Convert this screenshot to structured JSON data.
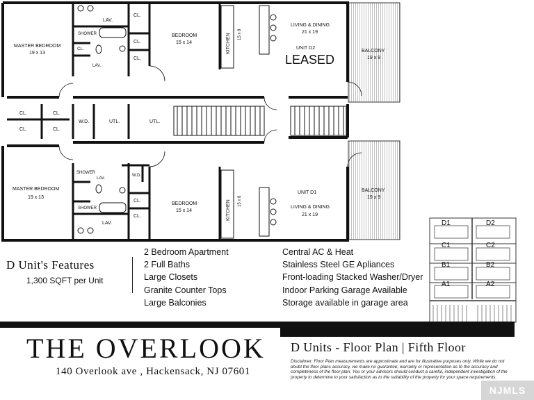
{
  "plan": {
    "unit_d2": {
      "label": "UNIT D2",
      "status": "LEASED"
    },
    "unit_d1": {
      "label": "UNIT D1"
    },
    "rooms": {
      "master_bedroom": "MASTER BEDROOM",
      "master_bedroom_dim": "19 x 13",
      "bedroom": "BEDROOM",
      "bedroom_dim": "15 x 14",
      "living_dining": "LIVING & DINING",
      "living_dining_dim": "21 x 19",
      "balcony": "BALCONY",
      "balcony_dim": "19 x 9",
      "kitchen": "KITCHEN",
      "kitchen_dim": "15 x 8",
      "lav": "LAV.",
      "shower": "SHOWER",
      "closet": "CL.",
      "wd": "W.D.",
      "utl": "UTL."
    }
  },
  "features": {
    "title": "D Unit's Features",
    "subtitle": "1,300 SQFT per Unit",
    "col1": [
      "2 Bedroom Apartment",
      "2 Full Baths",
      "Large Closets",
      "Granite Counter Tops",
      "Large Balconies"
    ],
    "col2": [
      "Central AC & Heat",
      "Stainless Steel GE Apliances",
      "Front-loading Stacked Washer/Dryer",
      "Indoor Parking Garage Available",
      "Storage available in garage area"
    ]
  },
  "stack": {
    "left": [
      "D1",
      "C1",
      "B1",
      "A1"
    ],
    "right": [
      "D2",
      "C2",
      "B2",
      "A2"
    ]
  },
  "building": {
    "name": "THE OVERLOOK",
    "address": "140 Overlook ave , Hackensack, NJ 07601"
  },
  "plan_title": "D Units - Floor Plan | Fifth Floor",
  "disclaimer": "Disclaimer: Floor Plan measurements are approximate and are for illustrative purposes only. While we do not doubt the floor plans accuracy, we make no guarantee, warranty or representation as to the accuracy and completeness of the floor plan. You or your advisors should conduct a careful, independent investigation of the property to determine to your satisfaction as to the suitability of the property for your space requirements.",
  "watermark": "NJMLS"
}
